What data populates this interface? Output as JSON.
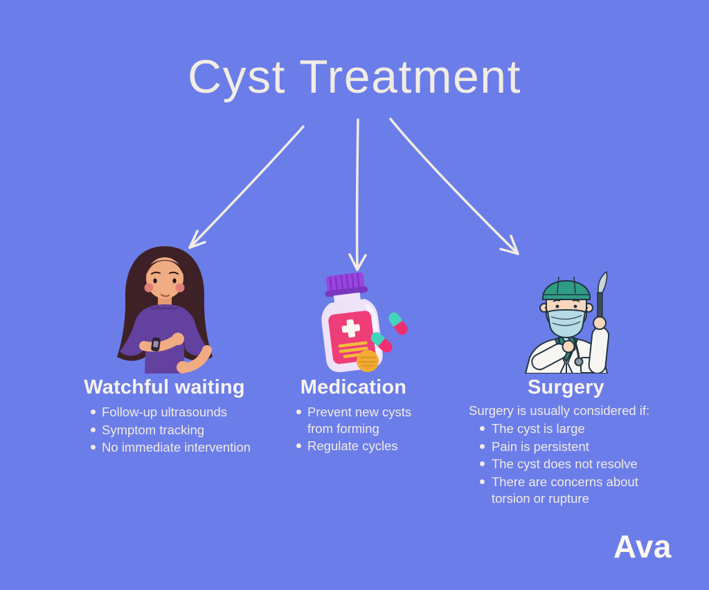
{
  "page": {
    "title": "Cyst Treatment",
    "brand": "Ava"
  },
  "colors": {
    "background": "#6B7DE9",
    "title_text": "#F2ECE3",
    "heading_text": "#F8F3EC",
    "body_text": "#F1EBE3",
    "arrow": "#F2ECE3"
  },
  "columns": [
    {
      "id": "watchful-waiting",
      "heading": "Watchful waiting",
      "illustration": "woman-checking-watch",
      "bullets": [
        "Follow-up ultrasounds",
        "Symptom tracking",
        "No immediate intervention"
      ]
    },
    {
      "id": "medication",
      "heading": "Medication",
      "illustration": "pill-bottle-with-pills",
      "bullets": [
        "Prevent new cysts from forming",
        "Regulate cycles"
      ]
    },
    {
      "id": "surgery",
      "heading": "Surgery",
      "illustration": "surgeon-holding-scalpel",
      "intro": "Surgery is usually considered if:",
      "bullets": [
        "The cyst is large",
        "Pain is persistent",
        "The cyst does not resolve",
        "There are concerns about torsion or rupture"
      ]
    }
  ]
}
